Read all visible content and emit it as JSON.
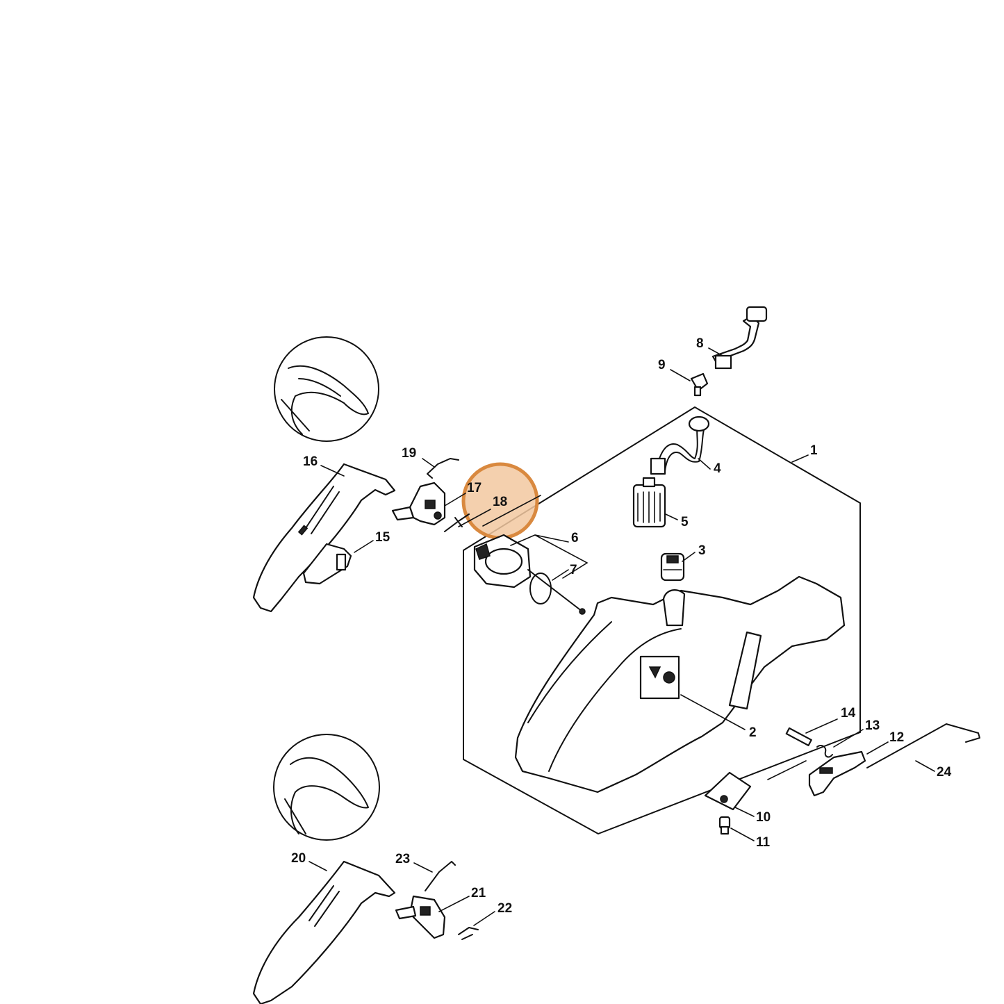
{
  "callouts": [
    {
      "id": "1",
      "text": "1"
    },
    {
      "id": "2",
      "text": "2"
    },
    {
      "id": "3",
      "text": "3"
    },
    {
      "id": "4",
      "text": "4"
    },
    {
      "id": "5",
      "text": "5"
    },
    {
      "id": "6",
      "text": "6"
    },
    {
      "id": "7",
      "text": "7"
    },
    {
      "id": "8",
      "text": "8"
    },
    {
      "id": "9",
      "text": "9"
    },
    {
      "id": "10",
      "text": "10"
    },
    {
      "id": "11",
      "text": "11"
    },
    {
      "id": "12",
      "text": "12"
    },
    {
      "id": "13",
      "text": "13"
    },
    {
      "id": "14",
      "text": "14"
    },
    {
      "id": "15",
      "text": "15"
    },
    {
      "id": "16",
      "text": "16"
    },
    {
      "id": "17",
      "text": "17"
    },
    {
      "id": "18",
      "text": "18"
    },
    {
      "id": "19",
      "text": "19"
    },
    {
      "id": "20",
      "text": "20"
    },
    {
      "id": "21",
      "text": "21"
    },
    {
      "id": "22",
      "text": "22"
    },
    {
      "id": "23",
      "text": "23"
    },
    {
      "id": "24",
      "text": "24"
    }
  ],
  "highlight": {
    "target": "18",
    "color": "#d9893f",
    "fill": "#f2c8a0"
  }
}
